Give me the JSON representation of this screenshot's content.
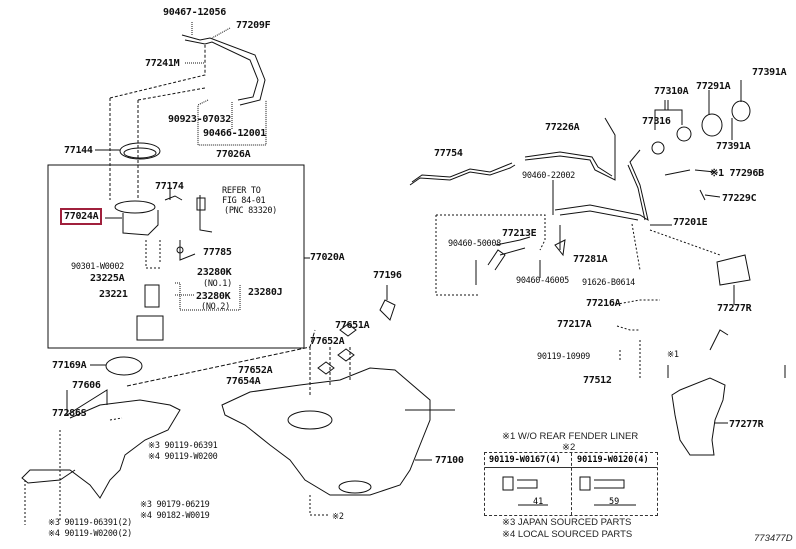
{
  "diagram_id": "773477D",
  "highlight_color": "#a0203c",
  "labels": {
    "p90467_12056": "90467-12056",
    "p77209F": "77209F",
    "p77241M": "77241M",
    "p90923_07032": "90923-07032",
    "p90466_12001": "90466-12001",
    "p77026A": "77026A",
    "p77144": "77144",
    "p77174": "77174",
    "refer1": "REFER TO",
    "refer2": "FIG 84-01",
    "refer3": "(PNC 83320)",
    "p77024A": "77024A",
    "p77785": "77785",
    "p90301_W0002": "90301-W0002",
    "p23225A": "23225A",
    "p23221": "23221",
    "p23280K_1": "23280K",
    "no1": "(NO.1)",
    "p23280K_2": "23280K",
    "no2": "(NO.2)",
    "p23280J": "23280J",
    "p77020A": "77020A",
    "p77169A": "77169A",
    "p77606": "77606",
    "p77286S": "77286S",
    "n3_90119_06391": "※3 90119-06391",
    "n4_90119_W0200": "※4 90119-W0200",
    "n3_90179_06219": "※3 90179-06219",
    "n4_90182_W0019": "※4 90182-W0019",
    "n3_90119_06391_2": "※3 90119-06391(2)",
    "n4_90119_W0200_2": "※4 90119-W0200(2)",
    "p77652A_a": "77652A",
    "p77654A": "77654A",
    "p77651A": "77651A",
    "p77652A_b": "77652A",
    "p77196": "77196",
    "p77100": "77100",
    "x2_tank": "※2",
    "p77754": "77754",
    "p77226A": "77226A",
    "p77310A": "77310A",
    "p77291A": "77291A",
    "p77391A_a": "77391A",
    "p77391A_b": "77391A",
    "p77316": "77316",
    "p77296B": "※1 77296B",
    "p77229C": "77229C",
    "p77201E": "77201E",
    "p90460_22002": "90460-22002",
    "p77213E": "77213E",
    "p90460_50008": "90460-50008",
    "p77281A": "77281A",
    "p90460_46005": "90460-46005",
    "p91626_B0614": "91626-B0614",
    "p77216A": "77216A",
    "p77217A": "77217A",
    "p90119_10909": "90119-10909",
    "p77512": "77512",
    "p77277R_a": "77277R",
    "x1": "※1",
    "p77277R_b": "77277R"
  },
  "notes": {
    "fender": "※1 W/O REAR FENDER LINER",
    "x2": "※2",
    "japan": "※3 JAPAN SOURCED PARTS",
    "local": "※4 LOCAL SOURCED PARTS"
  },
  "table": {
    "col1": "90119-W0167(4)",
    "col2": "90119-W0120(4)",
    "dim1": "41",
    "dim2": "59"
  }
}
